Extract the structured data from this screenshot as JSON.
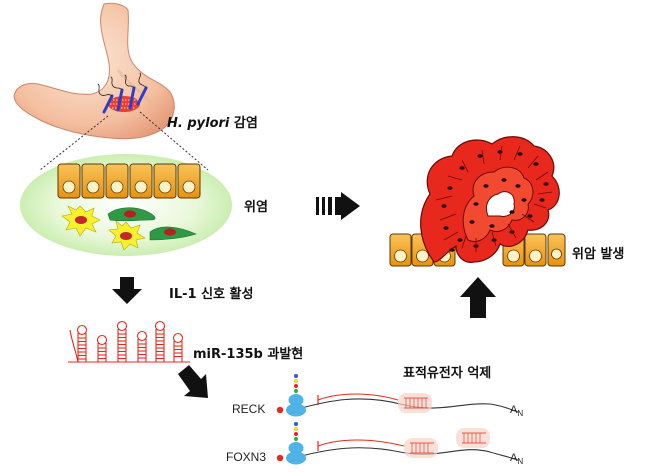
{
  "labels": {
    "infection_species": "H. pylori",
    "infection_word": "감염",
    "gastritis": "위염",
    "il1": "IL-1 신호 활성",
    "mir": "miR-135b 과발현",
    "target": "표적유전자 억제",
    "cancer": "위암 발생"
  },
  "genes": [
    {
      "name": "RECK",
      "tail": "A",
      "tail_sub": "N"
    },
    {
      "name": "FOXN3",
      "tail": "A",
      "tail_sub": "N"
    }
  ],
  "colors": {
    "epithelium": "#F2A72E",
    "nucleus": "#FFF2C8",
    "tumor": "#E8281C",
    "ellipse": "#D9F3C0",
    "stomach": "#F7CDB0",
    "arrow": "#111111",
    "mirna": "#E8281C",
    "ribosome": "#4FB3E8"
  }
}
